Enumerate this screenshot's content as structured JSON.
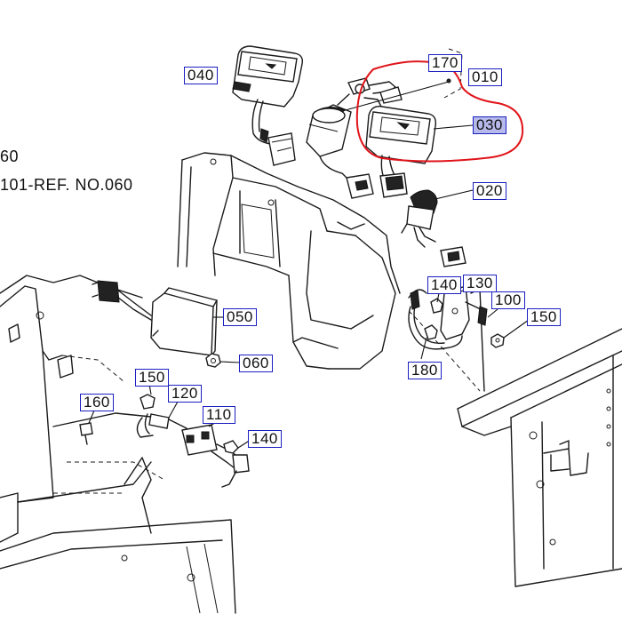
{
  "ref_text": {
    "line1": "60",
    "line2": "101-REF. NO.060"
  },
  "callouts": [
    {
      "key": "c040",
      "label": "040"
    },
    {
      "key": "c170",
      "label": "170"
    },
    {
      "key": "c010",
      "label": "010"
    },
    {
      "key": "c030",
      "label": "030"
    },
    {
      "key": "c020",
      "label": "020"
    },
    {
      "key": "c140a",
      "label": "140"
    },
    {
      "key": "c130",
      "label": "130"
    },
    {
      "key": "c100",
      "label": "100"
    },
    {
      "key": "c150a",
      "label": "150"
    },
    {
      "key": "c050",
      "label": "050"
    },
    {
      "key": "c060",
      "label": "060"
    },
    {
      "key": "c180",
      "label": "180"
    },
    {
      "key": "c150b",
      "label": "150"
    },
    {
      "key": "c120",
      "label": "120"
    },
    {
      "key": "c160",
      "label": "160"
    },
    {
      "key": "c110",
      "label": "110"
    },
    {
      "key": "c140b",
      "label": "140"
    }
  ],
  "highlight": {
    "part": "030",
    "color": "#e0141a"
  },
  "colors": {
    "callout_border": "#1a1fbf",
    "selected_fill": "#b7b9ea",
    "line": "#1a1a1a"
  }
}
